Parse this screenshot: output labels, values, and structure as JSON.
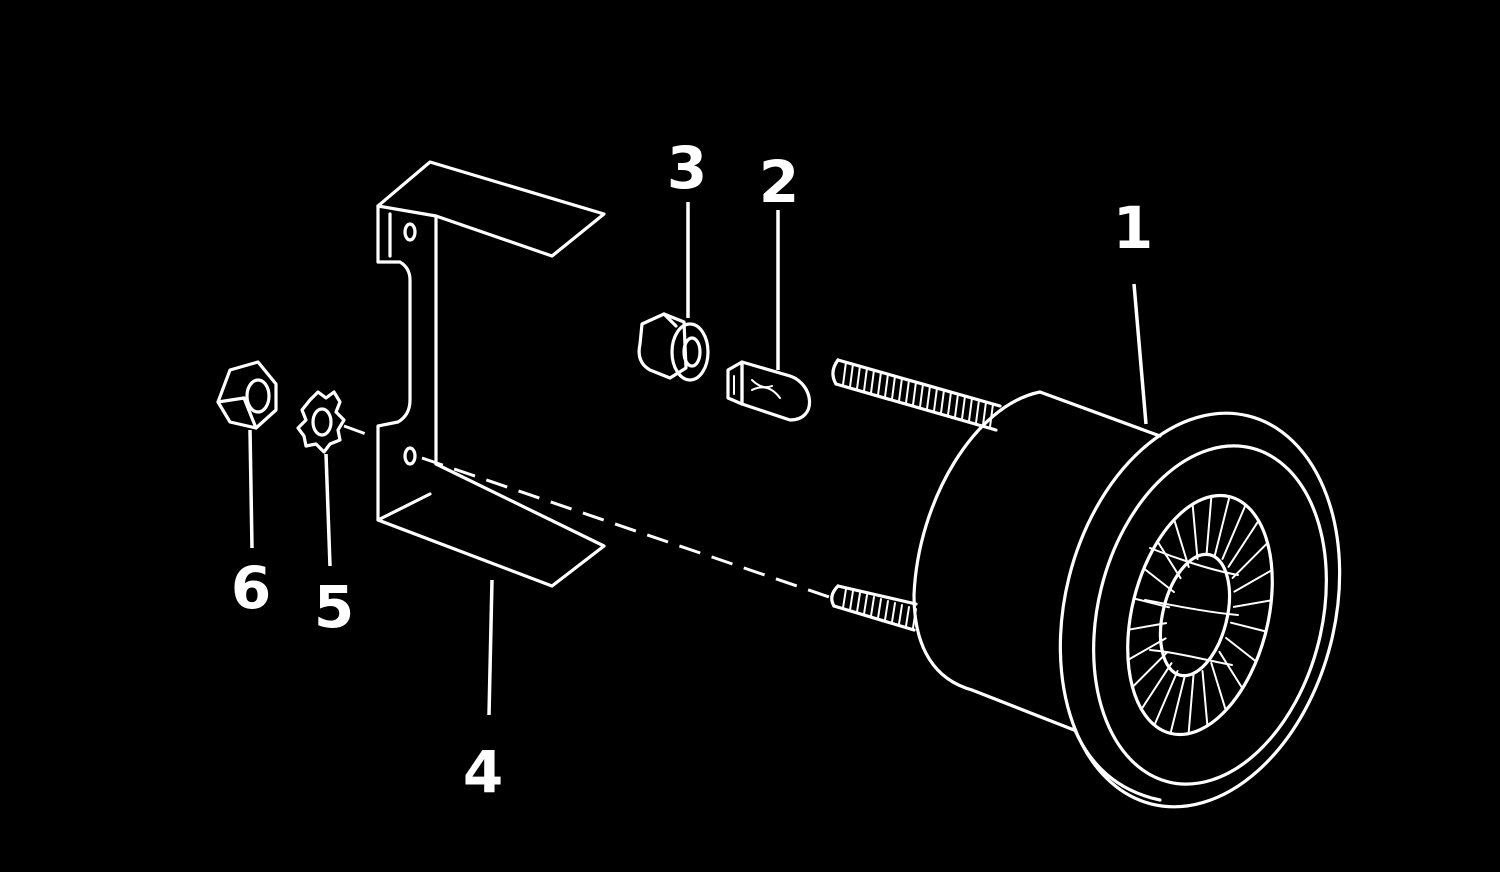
{
  "colors": {
    "background": "#000000",
    "line": "#ffffff"
  },
  "parts": [
    {
      "number": "1"
    },
    {
      "number": "2"
    },
    {
      "number": "3"
    },
    {
      "number": "4"
    },
    {
      "number": "5"
    },
    {
      "number": "6"
    }
  ]
}
